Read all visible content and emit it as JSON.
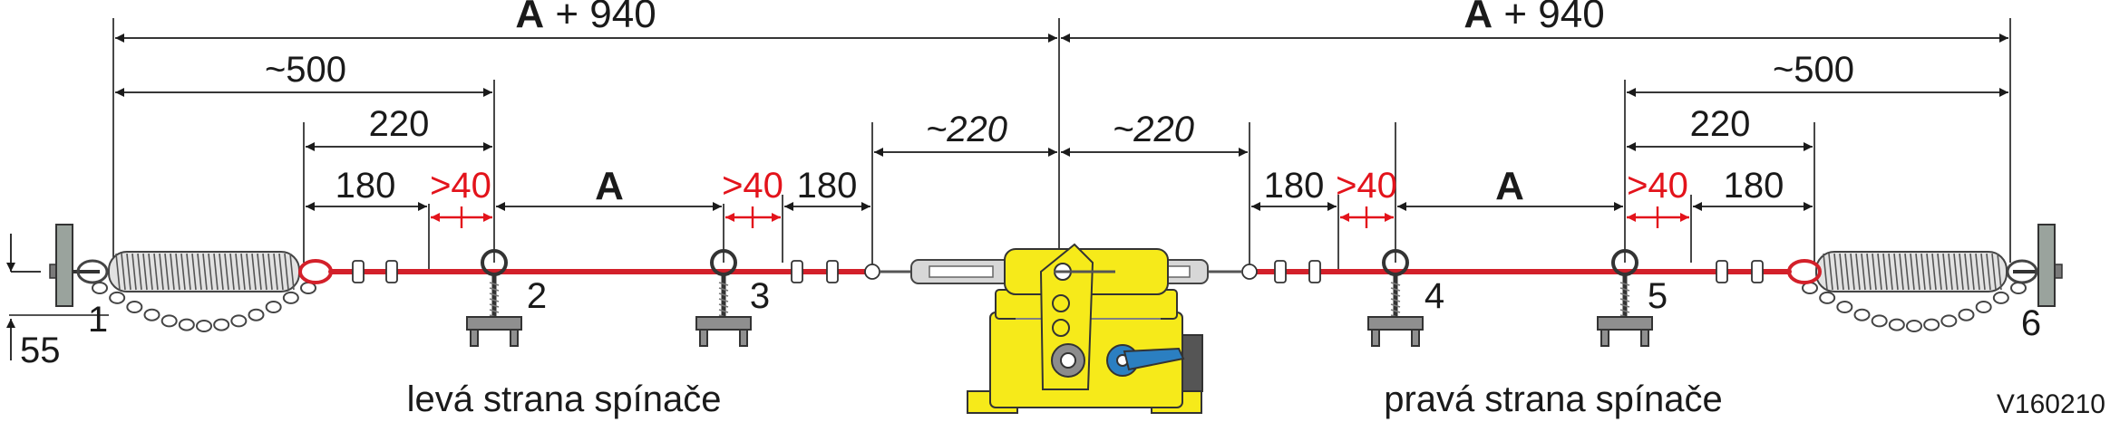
{
  "dimensions": {
    "total_left_bold": "A",
    "total_left_rest": " + 940",
    "total_right_bold": "A",
    "total_right_rest": " + 940",
    "spring_left": "~500",
    "spring_right": "~500",
    "d220_left": "220",
    "d220_right": "220",
    "d180_left_outer": "180",
    "d40_left_outer": ">40",
    "a_left": "A",
    "d40_left_inner": ">40",
    "d180_left_inner": "180",
    "d220_switch_left": "~220",
    "d220_switch_right": "~220",
    "d180_right_inner": "180",
    "d40_right_inner": ">40",
    "a_right": "A",
    "d40_right_outer": ">40",
    "d180_right_outer": "180",
    "height_55": "55"
  },
  "points": [
    "1",
    "2",
    "3",
    "4",
    "5",
    "6"
  ],
  "labels": {
    "left_side": "levá strana spínače",
    "right_side": "pravá strana spínače"
  },
  "drawing_code": "V160210",
  "colors": {
    "rope": "#d3202a",
    "dimension_red": "#e3131b",
    "switch_body": "#f6ea1a",
    "lever": "#2b7fc1",
    "line": "#1a1a1a"
  }
}
